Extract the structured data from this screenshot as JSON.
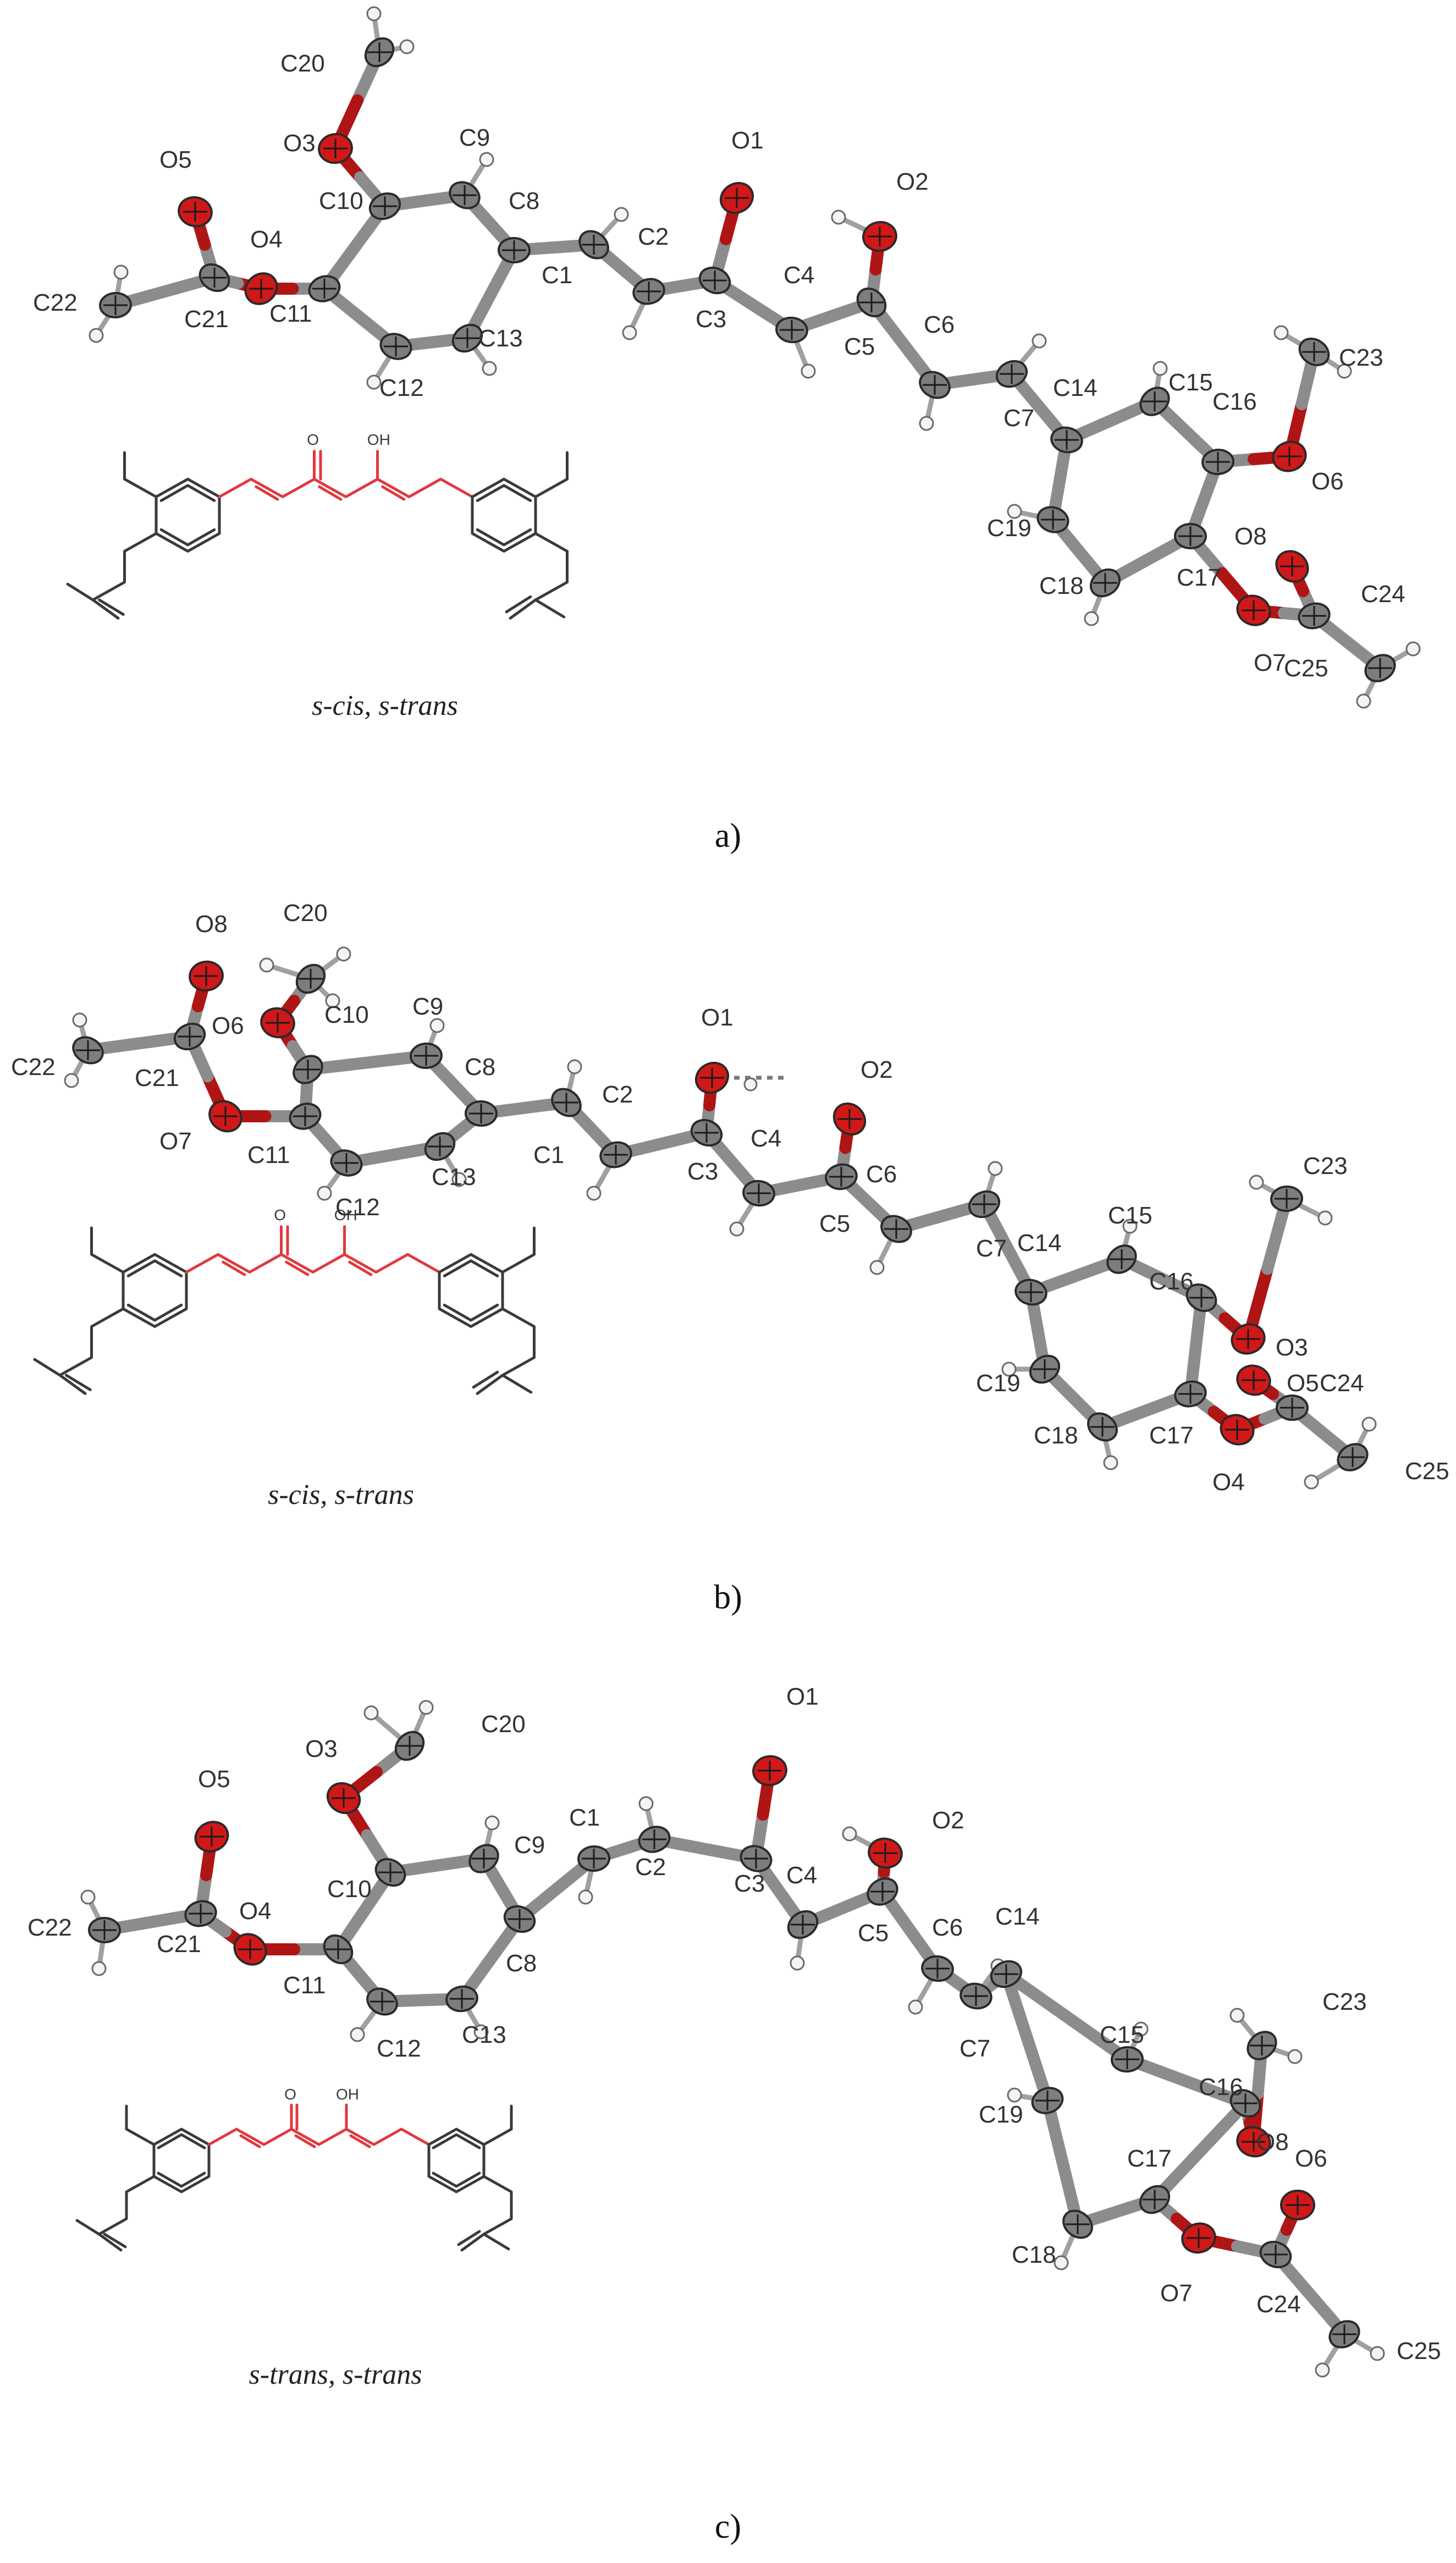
{
  "panels": [
    {
      "caption": "a)",
      "conformation": "s-cis, s-trans",
      "skeletal_labels": {
        "carbonyl_o": "O",
        "enol_oh": "OH"
      },
      "atoms": [
        {
          "id": "C20",
          "el": "C"
        },
        {
          "id": "O3",
          "el": "O"
        },
        {
          "id": "C9",
          "el": "C"
        },
        {
          "id": "C10",
          "el": "C"
        },
        {
          "id": "O5",
          "el": "O"
        },
        {
          "id": "O4",
          "el": "O"
        },
        {
          "id": "C22",
          "el": "C"
        },
        {
          "id": "C21",
          "el": "C"
        },
        {
          "id": "C11",
          "el": "C"
        },
        {
          "id": "C12",
          "el": "C"
        },
        {
          "id": "C13",
          "el": "C"
        },
        {
          "id": "C8",
          "el": "C"
        },
        {
          "id": "C1",
          "el": "C"
        },
        {
          "id": "C2",
          "el": "C"
        },
        {
          "id": "C3",
          "el": "C"
        },
        {
          "id": "O1",
          "el": "O"
        },
        {
          "id": "C4",
          "el": "C"
        },
        {
          "id": "C5",
          "el": "C"
        },
        {
          "id": "O2",
          "el": "O"
        },
        {
          "id": "C6",
          "el": "C"
        },
        {
          "id": "C7",
          "el": "C"
        },
        {
          "id": "C14",
          "el": "C"
        },
        {
          "id": "C15",
          "el": "C"
        },
        {
          "id": "C16",
          "el": "C"
        },
        {
          "id": "C23",
          "el": "C"
        },
        {
          "id": "O6",
          "el": "O"
        },
        {
          "id": "C19",
          "el": "C"
        },
        {
          "id": "C18",
          "el": "C"
        },
        {
          "id": "C17",
          "el": "C"
        },
        {
          "id": "O8",
          "el": "O"
        },
        {
          "id": "C24",
          "el": "C"
        },
        {
          "id": "O7",
          "el": "O"
        },
        {
          "id": "C25",
          "el": "C"
        }
      ]
    },
    {
      "caption": "b)",
      "conformation": "s-cis, s-trans",
      "skeletal_labels": {
        "carbonyl_o": "O",
        "enol_oh": "OH"
      },
      "atoms": [
        {
          "id": "C20",
          "el": "C"
        },
        {
          "id": "O8",
          "el": "O"
        },
        {
          "id": "C22",
          "el": "C"
        },
        {
          "id": "C21",
          "el": "C"
        },
        {
          "id": "O6",
          "el": "O"
        },
        {
          "id": "C10",
          "el": "C"
        },
        {
          "id": "C9",
          "el": "C"
        },
        {
          "id": "O7",
          "el": "O"
        },
        {
          "id": "C11",
          "el": "C"
        },
        {
          "id": "C12",
          "el": "C"
        },
        {
          "id": "C13",
          "el": "C"
        },
        {
          "id": "C8",
          "el": "C"
        },
        {
          "id": "C1",
          "el": "C"
        },
        {
          "id": "C2",
          "el": "C"
        },
        {
          "id": "C3",
          "el": "C"
        },
        {
          "id": "O1",
          "el": "O"
        },
        {
          "id": "C4",
          "el": "C"
        },
        {
          "id": "O2",
          "el": "O"
        },
        {
          "id": "C5",
          "el": "C"
        },
        {
          "id": "C6",
          "el": "C"
        },
        {
          "id": "C7",
          "el": "C"
        },
        {
          "id": "C14",
          "el": "C"
        },
        {
          "id": "C15",
          "el": "C"
        },
        {
          "id": "C23",
          "el": "C"
        },
        {
          "id": "C16",
          "el": "C"
        },
        {
          "id": "O3",
          "el": "O"
        },
        {
          "id": "O5",
          "el": "O"
        },
        {
          "id": "C19",
          "el": "C"
        },
        {
          "id": "C24",
          "el": "C"
        },
        {
          "id": "C18",
          "el": "C"
        },
        {
          "id": "C17",
          "el": "C"
        },
        {
          "id": "O4",
          "el": "O"
        },
        {
          "id": "C25",
          "el": "C"
        }
      ]
    },
    {
      "caption": "c)",
      "conformation": "s-trans, s-trans",
      "skeletal_labels": {
        "carbonyl_o": "O",
        "enol_oh": "OH"
      },
      "atoms": [
        {
          "id": "C20",
          "el": "C"
        },
        {
          "id": "O1",
          "el": "O"
        },
        {
          "id": "O3",
          "el": "O"
        },
        {
          "id": "O5",
          "el": "O"
        },
        {
          "id": "O2",
          "el": "O"
        },
        {
          "id": "C9",
          "el": "C"
        },
        {
          "id": "C1",
          "el": "C"
        },
        {
          "id": "C10",
          "el": "C"
        },
        {
          "id": "C2",
          "el": "C"
        },
        {
          "id": "C3",
          "el": "C"
        },
        {
          "id": "C4",
          "el": "C"
        },
        {
          "id": "C22",
          "el": "C"
        },
        {
          "id": "O4",
          "el": "O"
        },
        {
          "id": "C21",
          "el": "C"
        },
        {
          "id": "C8",
          "el": "C"
        },
        {
          "id": "C5",
          "el": "C"
        },
        {
          "id": "C6",
          "el": "C"
        },
        {
          "id": "C11",
          "el": "C"
        },
        {
          "id": "C13",
          "el": "C"
        },
        {
          "id": "C12",
          "el": "C"
        },
        {
          "id": "C14",
          "el": "C"
        },
        {
          "id": "C7",
          "el": "C"
        },
        {
          "id": "C23",
          "el": "C"
        },
        {
          "id": "C15",
          "el": "C"
        },
        {
          "id": "C16",
          "el": "C"
        },
        {
          "id": "C19",
          "el": "C"
        },
        {
          "id": "O6",
          "el": "O"
        },
        {
          "id": "C17",
          "el": "C"
        },
        {
          "id": "O8",
          "el": "O"
        },
        {
          "id": "C18",
          "el": "C"
        },
        {
          "id": "O7",
          "el": "O"
        },
        {
          "id": "C24",
          "el": "C"
        },
        {
          "id": "C25",
          "el": "C"
        }
      ]
    }
  ],
  "colors": {
    "carbon": "#7d7d7d",
    "oxygen": "#d01818",
    "hydrogen": "#f4f4f4",
    "highlight": "#e0393e"
  }
}
